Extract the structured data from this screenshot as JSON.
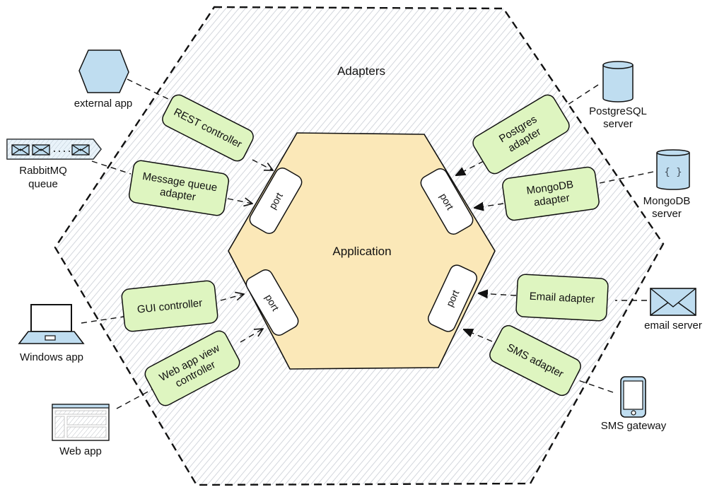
{
  "diagram": {
    "title": "Hexagonal architecture",
    "outer_label": "Adapters",
    "inner_label": "Application",
    "port_label": "port",
    "colors": {
      "application_fill": "#fbe8b8",
      "adapter_fill": "#def5c0",
      "external_fill": "#bfddf0",
      "hatch": "#c8ccd4",
      "stroke": "#111111",
      "port_fill": "#ffffff"
    },
    "adapters": [
      {
        "id": "rest",
        "label": [
          "REST controller"
        ],
        "direction": "inbound"
      },
      {
        "id": "mq",
        "label": [
          "Message queue",
          "adapter"
        ],
        "direction": "inbound"
      },
      {
        "id": "gui",
        "label": [
          "GUI controller"
        ],
        "direction": "inbound"
      },
      {
        "id": "webview",
        "label": [
          "Web app view",
          "controller"
        ],
        "direction": "inbound"
      },
      {
        "id": "postgres",
        "label": [
          "Postgres",
          "adapter"
        ],
        "direction": "outbound"
      },
      {
        "id": "mongo",
        "label": [
          "MongoDB",
          "adapter"
        ],
        "direction": "outbound"
      },
      {
        "id": "email",
        "label": [
          "Email adapter"
        ],
        "direction": "outbound"
      },
      {
        "id": "sms",
        "label": [
          "SMS adapter"
        ],
        "direction": "outbound"
      }
    ],
    "externals": [
      {
        "id": "extapp",
        "label": [
          "external app"
        ],
        "icon": "hexagon-icon"
      },
      {
        "id": "rabbit",
        "label": [
          "RabbitMQ",
          "queue"
        ],
        "icon": "message-queue-icon"
      },
      {
        "id": "windows",
        "label": [
          "Windows app"
        ],
        "icon": "laptop-icon"
      },
      {
        "id": "web",
        "label": [
          "Web app"
        ],
        "icon": "browser-window-icon"
      },
      {
        "id": "pg",
        "label": [
          "PostgreSQL",
          "server"
        ],
        "icon": "database-icon"
      },
      {
        "id": "mongodb",
        "label": [
          "MongoDB",
          "server"
        ],
        "icon": "document-database-icon"
      },
      {
        "id": "mail",
        "label": [
          "email server"
        ],
        "icon": "envelope-icon"
      },
      {
        "id": "smsgw",
        "label": [
          "SMS gateway"
        ],
        "icon": "smartphone-icon"
      }
    ],
    "ports": [
      {
        "id": "port-top-left",
        "side": "left"
      },
      {
        "id": "port-bottom-left",
        "side": "left"
      },
      {
        "id": "port-top-right",
        "side": "right"
      },
      {
        "id": "port-bottom-right",
        "side": "right"
      }
    ],
    "icon_glyphs": {
      "document-database": "{ }"
    }
  }
}
